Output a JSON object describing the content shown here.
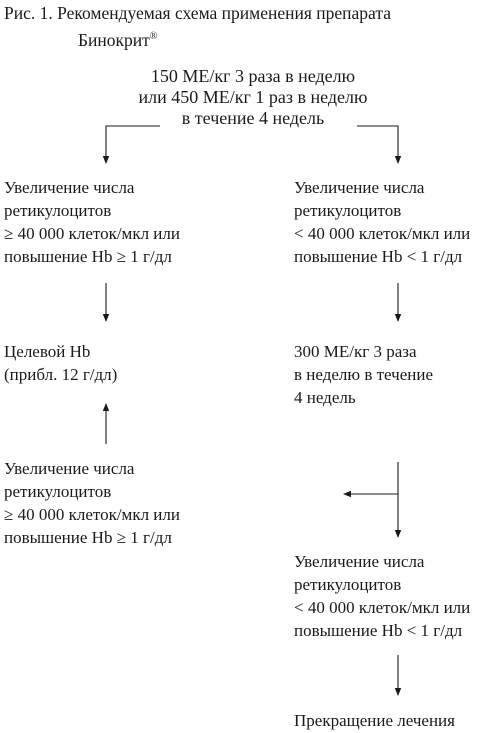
{
  "caption": {
    "line1": "Рис. 1. Рекомендуемая схема применения препарата",
    "line2": "Бинокрит",
    "reg_mark": "®"
  },
  "start": {
    "lines": [
      "150 МЕ/кг 3 раза в неделю",
      "или 450 МЕ/кг 1 раз в неделю",
      "в течение 4 недель"
    ]
  },
  "left_response_1": {
    "lines": [
      "Увеличение числа",
      "ретикулоцитов",
      "≥ 40 000 клеток/мкл или",
      "повышение Hb ≥ 1 г/дл"
    ]
  },
  "right_response_1": {
    "lines": [
      "Увеличение числа",
      "ретикулоцитов",
      "< 40 000 клеток/мкл или",
      "повышение Hb < 1 г/дл"
    ]
  },
  "target": {
    "lines": [
      "Целевой Hb",
      "(прибл. 12 г/дл)"
    ]
  },
  "increase_dose": {
    "lines": [
      "300 МЕ/кг 3 раза",
      "в неделю в течение",
      "4 недель"
    ]
  },
  "left_response_2": {
    "lines": [
      "Увеличение числа",
      "ретикулоцитов",
      "≥ 40 000 клеток/мкл или",
      "повышение Hb ≥ 1 г/дл"
    ]
  },
  "right_response_2": {
    "lines": [
      "Увеличение числа",
      "ретикулоцитов",
      "< 40 000 клеток/мкл или",
      "повышение Hb < 1 г/дл"
    ]
  },
  "stop": {
    "lines": [
      "Прекращение лечения"
    ]
  }
}
